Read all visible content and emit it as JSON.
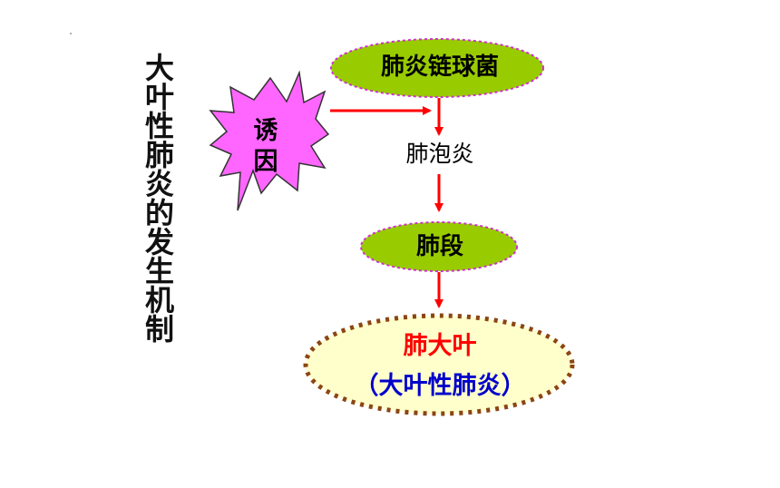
{
  "title_vertical": "大叶性肺炎的发生机制",
  "nodes": {
    "pathogen": "肺炎链球菌",
    "trigger": "诱因",
    "alveolitis": "肺泡炎",
    "segment": "肺段",
    "lobe": "肺大叶",
    "lobar_pneumonia": "（大叶性肺炎）"
  },
  "colors": {
    "oval_fill": "#99cc00",
    "oval_border": "#cc33cc",
    "star_fill": "#ff66ff",
    "arrow": "#ff0000",
    "final_fill": "#ffffcc",
    "final_border": "#8b4513",
    "lobe_text": "#ff0000",
    "lobar_text": "#0000cc"
  }
}
